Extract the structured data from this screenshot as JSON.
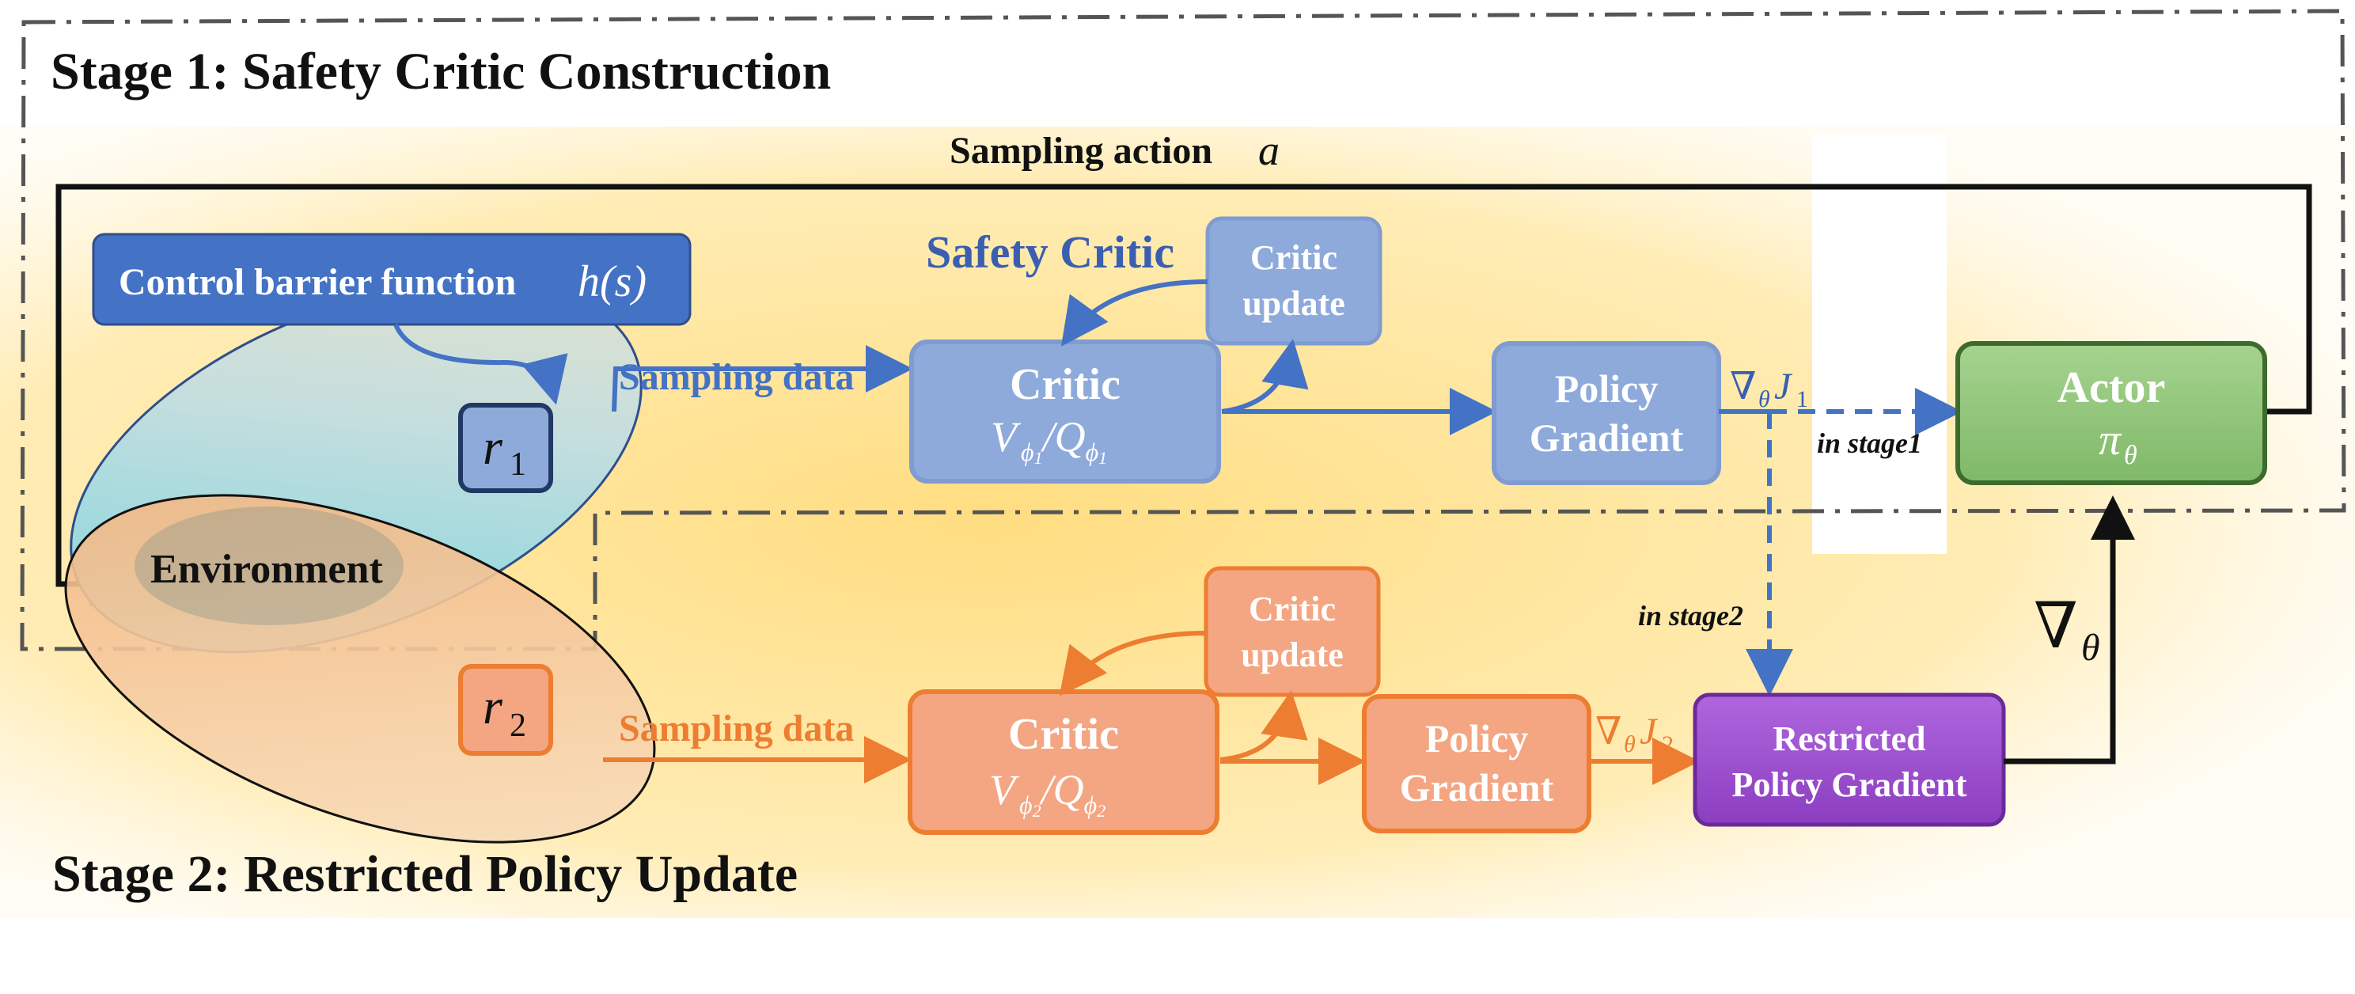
{
  "stage1": {
    "title": "Stage 1: Safety Critic Construction"
  },
  "stage2": {
    "title": "Stage 2: Restricted Policy Update"
  },
  "loop": {
    "sampling_action": "Sampling action",
    "action_symbol": "a"
  },
  "cbf": {
    "label": "Control barrier function",
    "symbol": "h(s)"
  },
  "environment": {
    "label": "Environment"
  },
  "rewards": {
    "r1": "r",
    "r1_sub": "1",
    "r2": "r",
    "r2_sub": "2"
  },
  "blue_path": {
    "sampling_data": "Sampling data",
    "safety_critic": "Safety Critic",
    "critic_title": "Critic",
    "critic_formula": "V",
    "critic_update_line1": "Critic",
    "critic_update_line2": "update",
    "pg_line1": "Policy",
    "pg_line2": "Gradient",
    "grad": "∇",
    "grad_J": "J",
    "grad_sub": "1",
    "in_stage1": "in stage1"
  },
  "orange_path": {
    "sampling_data": "Sampling data",
    "critic_title": "Critic",
    "critic_update_line1": "Critic",
    "critic_update_line2": "update",
    "pg_line1": "Policy",
    "pg_line2": "Gradient",
    "grad": "∇",
    "grad_J": "J",
    "grad_sub": "2",
    "in_stage2": "in stage2"
  },
  "actor": {
    "title": "Actor",
    "symbol": "π"
  },
  "restricted": {
    "line1": "Restricted",
    "line2": "Policy Gradient"
  },
  "nabla_theta": {
    "symbol": "∇"
  },
  "colors": {
    "blue": "#4472c4",
    "blue_box": "#8eaadb",
    "dark_blue": "#3a5fb0",
    "orange": "#ed7d31",
    "orange_box": "#f4a582",
    "green": "#8dc07a",
    "green_border": "#3d6b2e",
    "purple": "#8e44c2",
    "yellow_bg": "#ffe699"
  }
}
